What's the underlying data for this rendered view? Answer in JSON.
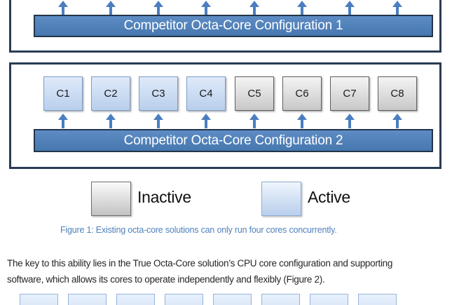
{
  "diagram1": {
    "bar_label": "Competitor Octa-Core Configuration 1"
  },
  "diagram2": {
    "bar_label": "Competitor Octa-Core Configuration 2",
    "cores": [
      {
        "label": "C1",
        "state": "active"
      },
      {
        "label": "C2",
        "state": "active"
      },
      {
        "label": "C3",
        "state": "active"
      },
      {
        "label": "C4",
        "state": "active"
      },
      {
        "label": "C5",
        "state": "inactive"
      },
      {
        "label": "C6",
        "state": "inactive"
      },
      {
        "label": "C7",
        "state": "inactive"
      },
      {
        "label": "C8",
        "state": "inactive"
      }
    ]
  },
  "legend": {
    "items": [
      {
        "label": "Inactive",
        "state": "inactive"
      },
      {
        "label": "Active",
        "state": "active"
      }
    ]
  },
  "figure1_caption": "Figure 1: Existing octa-core solutions can only run four cores concurrently.",
  "paragraph": {
    "lines": [
      "The key to this ability lies in the True Octa-Core solution’s CPU core configuration and supporting",
      "software, which allows its cores to operate independently and flexibly (Figure 2)."
    ]
  },
  "colors": {
    "accent_blue": "#4F81BD",
    "caption_blue": "#4F81BD",
    "outer_border": "#2A3C54",
    "arrow_blue": "#4A7EBF",
    "active_border": "#7B9DC9",
    "inactive_border": "#5F5F5F",
    "bar_text": "#FFFFFF"
  }
}
